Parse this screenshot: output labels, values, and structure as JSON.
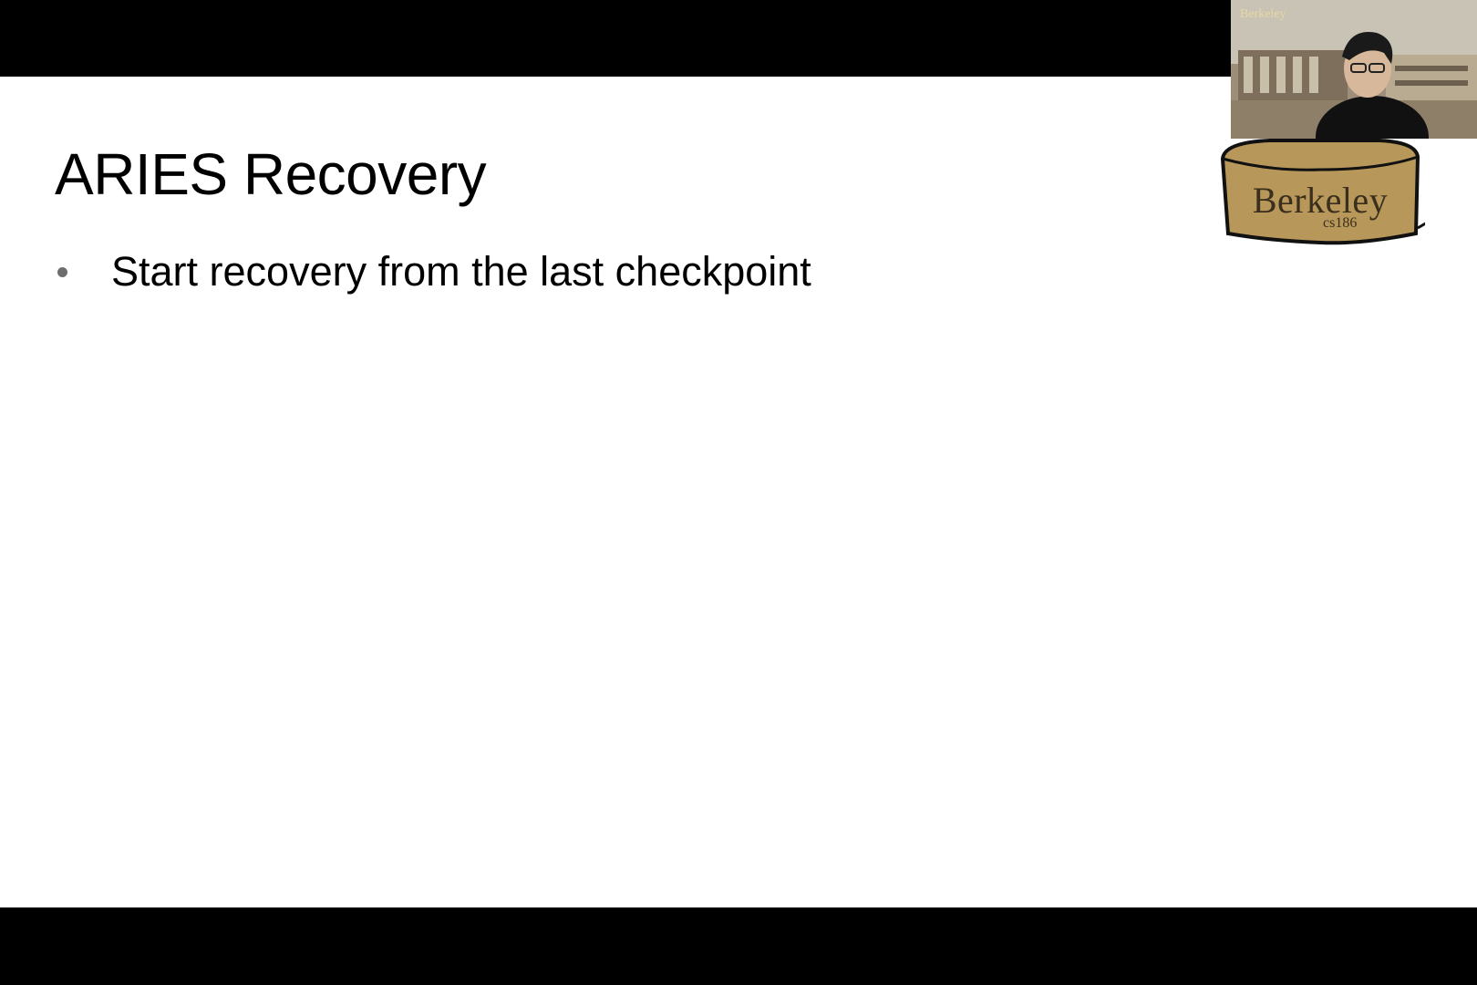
{
  "slide": {
    "title": "ARIES Recovery",
    "bullets": [
      "Start recovery from the last checkpoint"
    ]
  },
  "webcam": {
    "logo_text": "Berkeley",
    "icon": "presenter-video-icon"
  },
  "podium": {
    "label": "Berkeley",
    "sublabel": "cs186"
  },
  "colors": {
    "letterbox": "#000000",
    "slide_background": "#ffffff",
    "text": "#000000",
    "podium_fill": "#b8975a"
  }
}
